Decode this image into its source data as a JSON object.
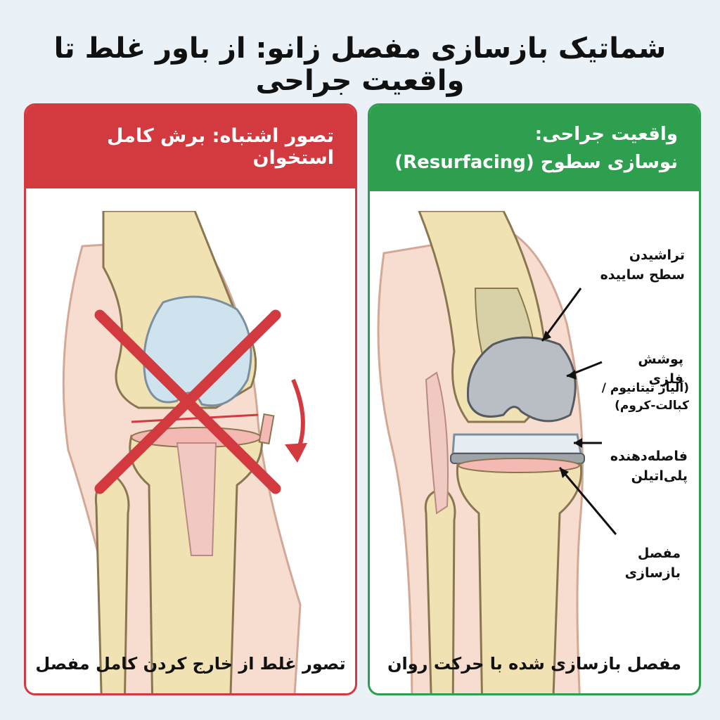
{
  "title": "شماتیک بازسازی مفصل زانو: از باور غلط تا واقعیت جراحی",
  "left_panel": {
    "header": "تصور اشتباه: برش کامل استخوان",
    "caption": "تصور غلط از خارج کردن کامل مفصل"
  },
  "right_panel": {
    "header_line1": "واقعیت جراحی:",
    "header_line2": "نوسازی سطوح (Resurfacing)",
    "caption": "مفصل بازسازی شده با حرکت روان",
    "labels": {
      "shaving": "تراشیدن سطح ساییده",
      "metal_cover": "پوشش فلزی",
      "alloy": "(آلیاژ تیتانیوم /کبالت-کروم)",
      "spacer": "فاصله‌دهنده پلی‌اتیلن",
      "reconstructed_joint": "مفصل بازسازی"
    }
  },
  "colors": {
    "wrong": "#d23a3f",
    "correct": "#2e9e4f",
    "bone": "#f1e2b4",
    "metal": "#b9bec4",
    "cartilage": "#cfe3ef"
  }
}
